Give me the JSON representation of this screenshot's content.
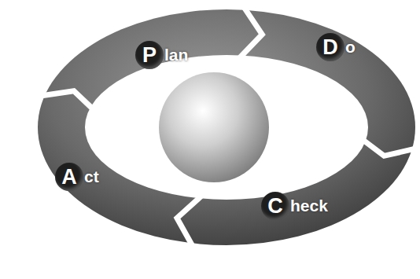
{
  "diagram": {
    "nodes": [
      {
        "text": [
          "P",
          "lan"
        ]
      },
      {
        "text": [
          "D",
          "o"
        ]
      },
      {
        "text": [
          "C",
          "heck"
        ]
      },
      {
        "text": [
          "A",
          "ct"
        ]
      }
    ]
  }
}
